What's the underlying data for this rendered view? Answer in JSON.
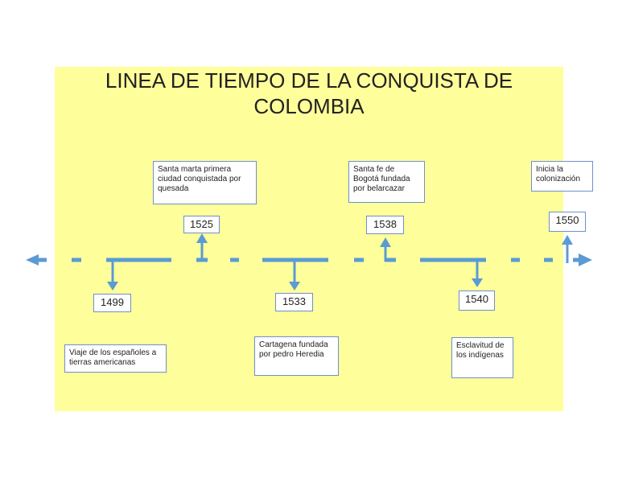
{
  "title": "LINEA DE TIEMPO DE LA CONQUISTA DE COLOMBIA",
  "colors": {
    "background": "#fefe9a",
    "line": "#5b9bd5",
    "box_border": "#6f8fd0"
  },
  "events": [
    {
      "year": "1499",
      "text": "Viaje de los españoles a tierras americanas"
    },
    {
      "year": "1525",
      "text": "Santa marta primera ciudad conquistada por quesada"
    },
    {
      "year": "1533",
      "text": "Cartagena fundada por pedro Heredia"
    },
    {
      "year": "1538",
      "text": "Santa fe de Bogotá fundada por belarcazar"
    },
    {
      "year": "1540",
      "text": "Esclavitud de los indígenas"
    },
    {
      "year": "1550",
      "text": "Inicia la colonización"
    }
  ]
}
